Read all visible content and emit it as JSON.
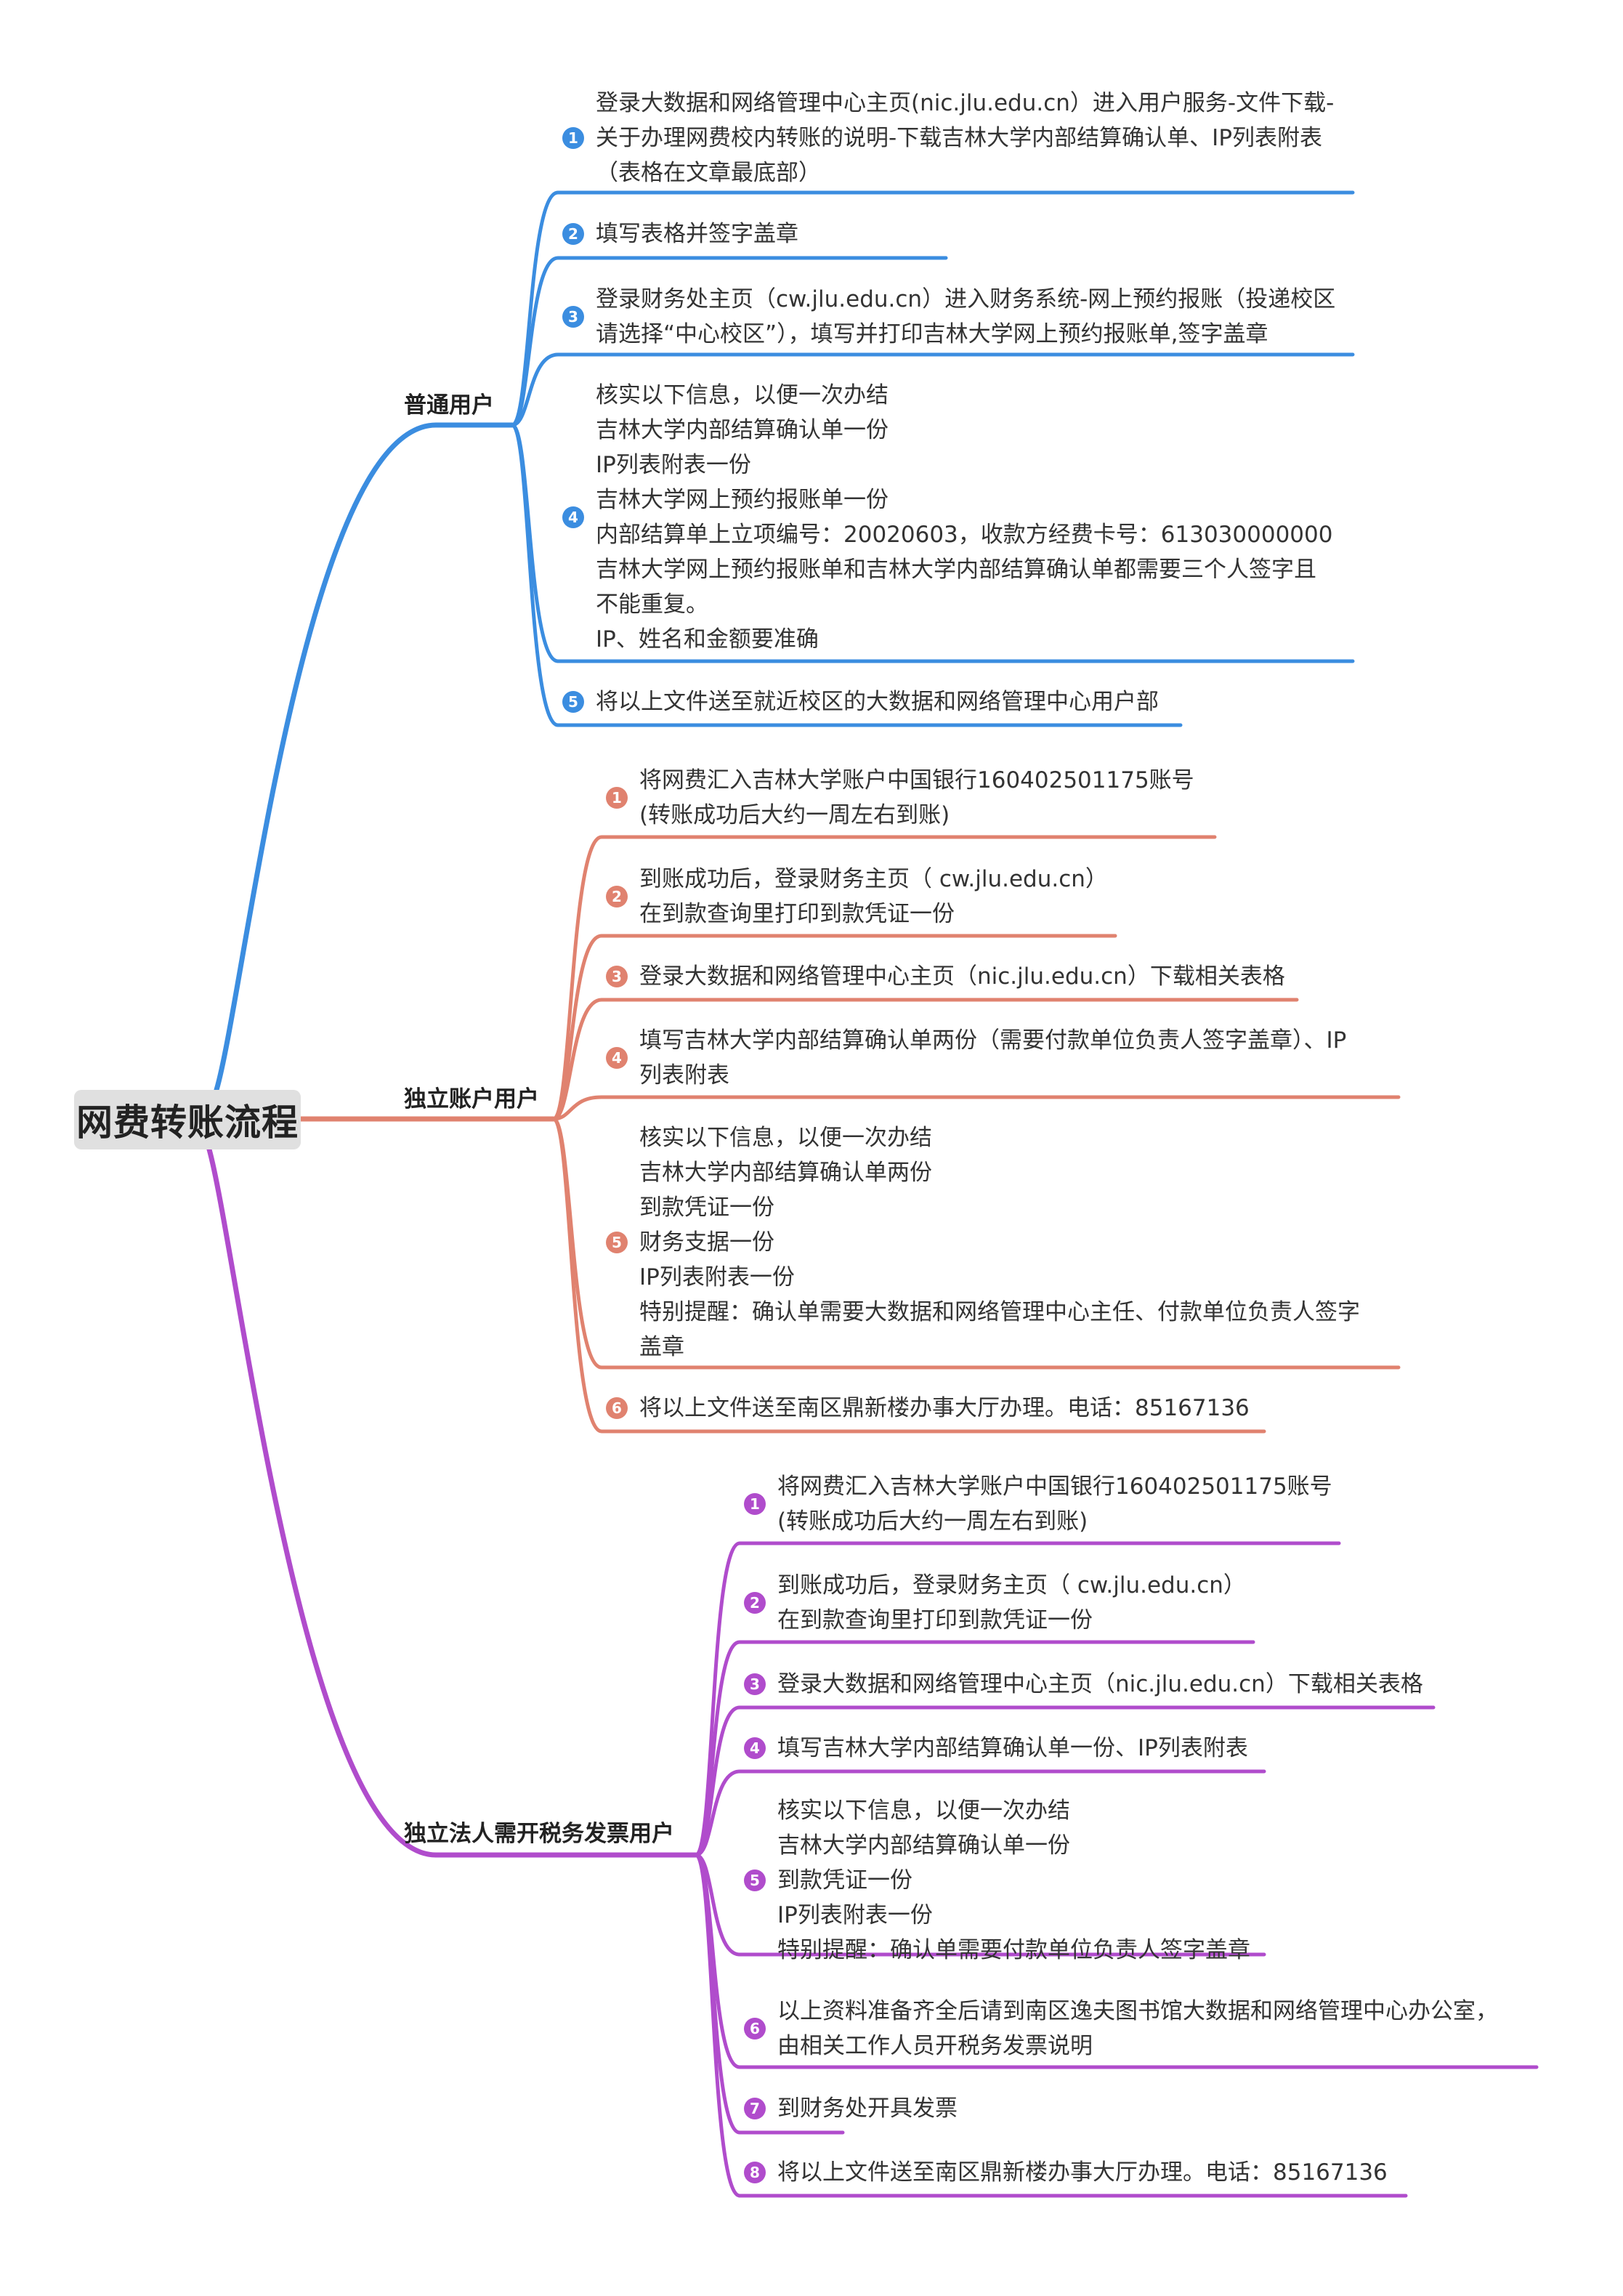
{
  "title": "网费转账流程",
  "colors": {
    "blue": "#3b8de0",
    "orange": "#e0826f",
    "purple": "#b04ccc",
    "root_bg": "#e0e0e0"
  },
  "branches": [
    {
      "label": "普通用户",
      "color_key": "blue",
      "steps": [
        {
          "num": "1",
          "lines": [
            "登录大数据和网络管理中心主页(nic.jlu.edu.cn）进入用户服务-文件下载-",
            "关于办理网费校内转账的说明-下载吉林大学内部结算确认单、IP列表附表",
            "（表格在文章最底部）"
          ]
        },
        {
          "num": "2",
          "lines": [
            "填写表格并签字盖章"
          ]
        },
        {
          "num": "3",
          "lines": [
            "登录财务处主页（cw.jlu.edu.cn）进入财务系统-网上预约报账（投递校区",
            "请选择“中心校区”），填写并打印吉林大学网上预约报账单,签字盖章"
          ]
        },
        {
          "num": "4",
          "lines": [
            "核实以下信息，以便一次办结",
            "吉林大学内部结算确认单一份",
            "IP列表附表一份",
            "吉林大学网上预约报账单一份",
            "内部结算单上立项编号：20020603，收款方经费卡号：613030000000",
            "吉林大学网上预约报账单和吉林大学内部结算确认单都需要三个人签字且",
            "不能重复。",
            "IP、姓名和金额要准确"
          ]
        },
        {
          "num": "5",
          "lines": [
            "将以上文件送至就近校区的大数据和网络管理中心用户部"
          ]
        }
      ]
    },
    {
      "label": "独立账户用户",
      "color_key": "orange",
      "steps": [
        {
          "num": "1",
          "lines": [
            "将网费汇入吉林大学账户中国银行160402501175账号",
            "(转账成功后大约一周左右到账)"
          ]
        },
        {
          "num": "2",
          "lines": [
            "到账成功后，登录财务主页（ cw.jlu.edu.cn）",
            "在到款查询里打印到款凭证一份"
          ]
        },
        {
          "num": "3",
          "lines": [
            "登录大数据和网络管理中心主页（nic.jlu.edu.cn）下载相关表格"
          ]
        },
        {
          "num": "4",
          "lines": [
            "填写吉林大学内部结算确认单两份（需要付款单位负责人签字盖章）、IP",
            "列表附表"
          ]
        },
        {
          "num": "5",
          "lines": [
            "核实以下信息，以便一次办结",
            "吉林大学内部结算确认单两份",
            "到款凭证一份",
            "财务支据一份",
            "IP列表附表一份",
            "特别提醒：确认单需要大数据和网络管理中心主任、付款单位负责人签字",
            "盖章"
          ]
        },
        {
          "num": "6",
          "lines": [
            "将以上文件送至南区鼎新楼办事大厅办理。电话：85167136"
          ]
        }
      ]
    },
    {
      "label": "独立法人需开税务发票用户",
      "color_key": "purple",
      "steps": [
        {
          "num": "1",
          "lines": [
            "将网费汇入吉林大学账户中国银行160402501175账号",
            "(转账成功后大约一周左右到账)"
          ]
        },
        {
          "num": "2",
          "lines": [
            "到账成功后，登录财务主页（ cw.jlu.edu.cn）",
            "在到款查询里打印到款凭证一份"
          ]
        },
        {
          "num": "3",
          "lines": [
            "登录大数据和网络管理中心主页（nic.jlu.edu.cn）下载相关表格"
          ]
        },
        {
          "num": "4",
          "lines": [
            "填写吉林大学内部结算确认单一份、IP列表附表"
          ]
        },
        {
          "num": "5",
          "lines": [
            "核实以下信息，以便一次办结",
            "吉林大学内部结算确认单一份",
            "到款凭证一份",
            "IP列表附表一份",
            "特别提醒：确认单需要付款单位负责人签字盖章"
          ]
        },
        {
          "num": "6",
          "lines": [
            "以上资料准备齐全后请到南区逸夫图书馆大数据和网络管理中心办公室，",
            "由相关工作人员开税务发票说明"
          ]
        },
        {
          "num": "7",
          "lines": [
            "到财务处开具发票"
          ]
        },
        {
          "num": "8",
          "lines": [
            "将以上文件送至南区鼎新楼办事大厅办理。电话：85167136"
          ]
        }
      ]
    }
  ]
}
